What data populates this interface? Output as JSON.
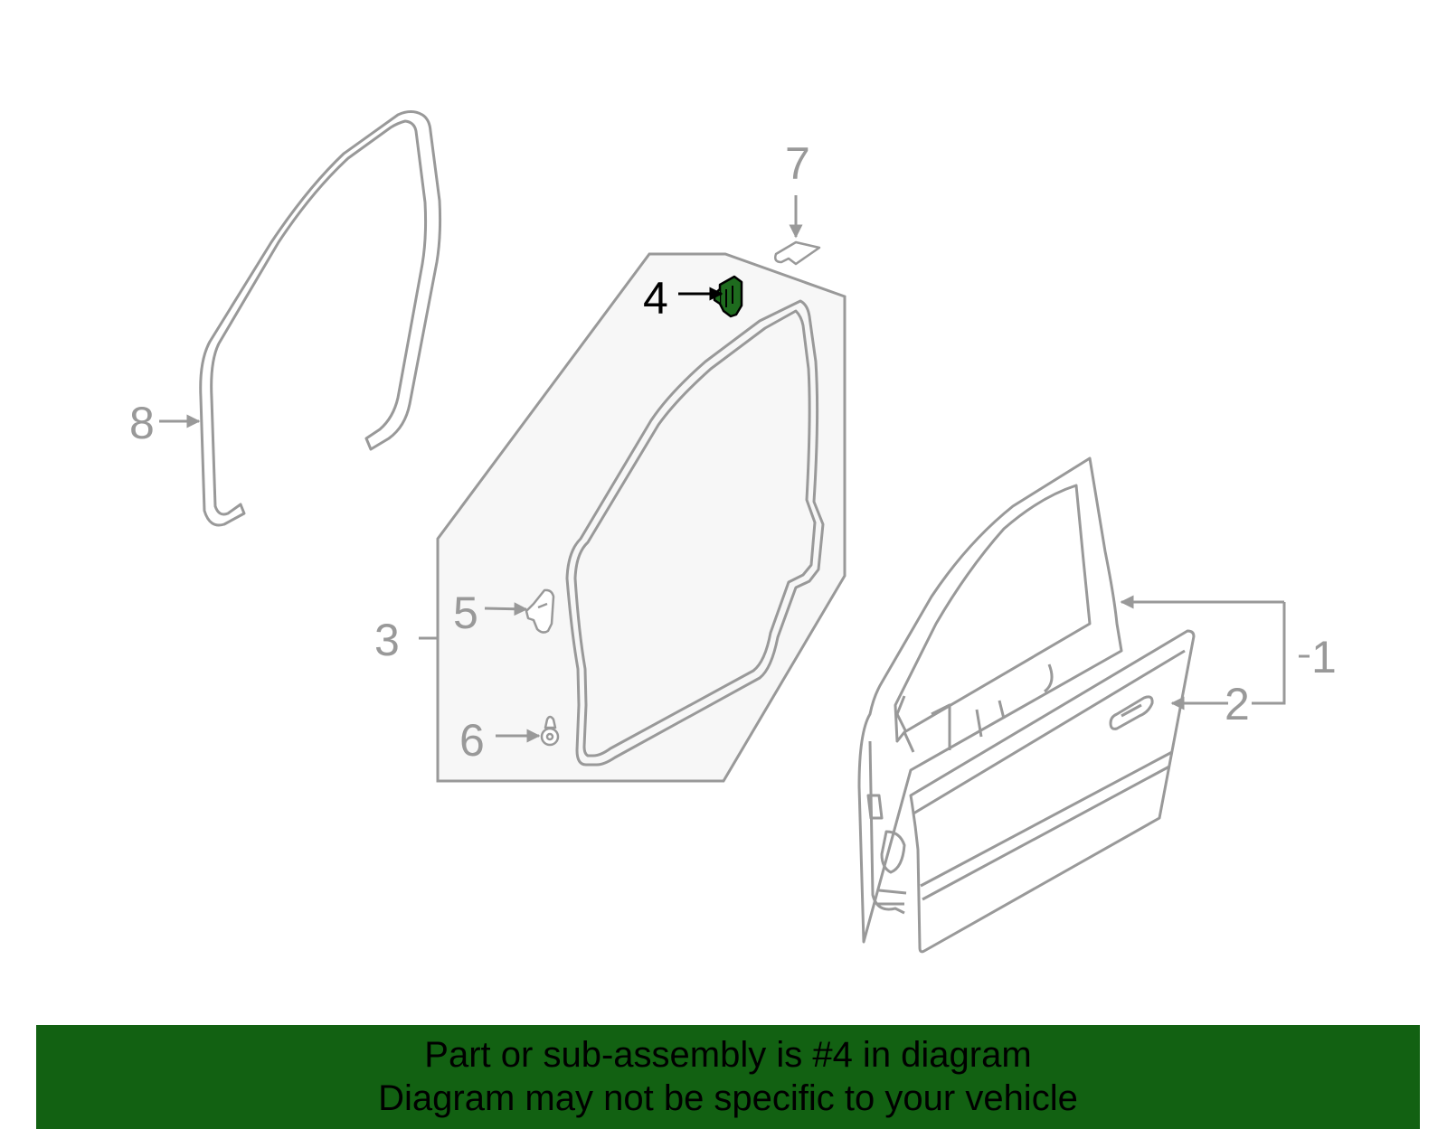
{
  "callouts": [
    {
      "number": "1",
      "color": "#999999"
    },
    {
      "number": "2",
      "color": "#999999"
    },
    {
      "number": "3",
      "color": "#999999"
    },
    {
      "number": "4",
      "color": "#000000"
    },
    {
      "number": "5",
      "color": "#999999"
    },
    {
      "number": "6",
      "color": "#999999"
    },
    {
      "number": "7",
      "color": "#999999"
    },
    {
      "number": "8",
      "color": "#999999"
    }
  ],
  "colors": {
    "line_gray": "#999999",
    "panel_fill": "#f7f7f7",
    "highlight_part": "#1e6b1e",
    "banner_bg": "#126112"
  },
  "banner": {
    "line1": "Part or sub-assembly is #4 in diagram",
    "line2": "Diagram may not be specific to your vehicle"
  }
}
